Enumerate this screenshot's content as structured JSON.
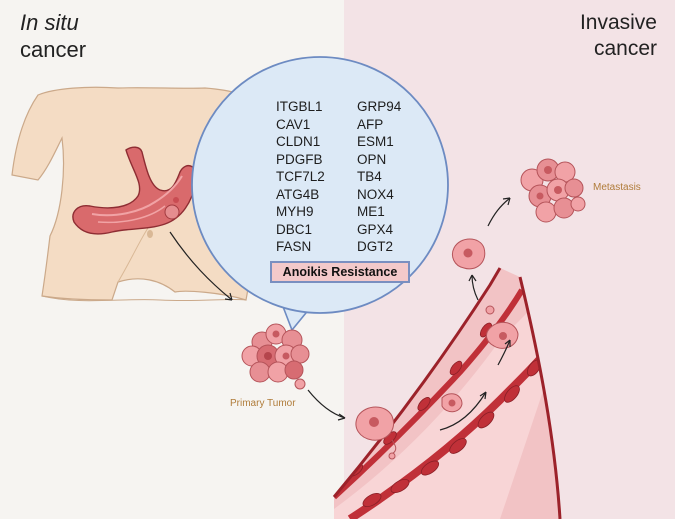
{
  "panels": {
    "left_title_line1": "In situ",
    "left_title_line2": "cancer",
    "right_title_line1": "Invasive",
    "right_title_line2": "cancer"
  },
  "labels": {
    "metastasis": "Metastasis",
    "primary_tumor": "Primary Tumor",
    "anoikis": "Anoikis Resistance"
  },
  "genes": {
    "left": [
      "ITGBL1",
      "CAV1",
      "CLDN1",
      "PDGFB",
      "TCF7L2",
      "ATG4B",
      "MYH9",
      "DBC1",
      "FASN"
    ],
    "right": [
      "GRP94",
      "AFP",
      "ESM1",
      "OPN",
      "TB4",
      "NOX4",
      "ME1",
      "GPX4",
      "DGT2"
    ]
  },
  "colors": {
    "left_bg": "#f6f4f1",
    "right_bg": "#f3e3e6",
    "skin": "#f4dcc4",
    "stomach": "#d96a6c",
    "bubble": "#dce9f6",
    "bubble_border": "#6d8bc2",
    "vessel_wall": "#b22c33",
    "cell_pink": "#f1a2a6",
    "label_brown": "#b07c3a"
  }
}
